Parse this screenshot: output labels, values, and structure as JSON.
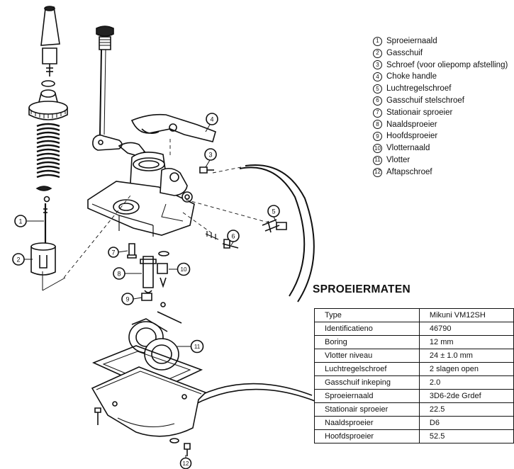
{
  "legend": [
    {
      "num": "1",
      "label": "Sproeiernaald"
    },
    {
      "num": "2",
      "label": "Gasschuif"
    },
    {
      "num": "3",
      "label": "Schroef (voor oliepomp afstelling)"
    },
    {
      "num": "4",
      "label": "Choke handle"
    },
    {
      "num": "5",
      "label": "Luchtregelschroef"
    },
    {
      "num": "6",
      "label": "Gasschuif stelschroef"
    },
    {
      "num": "7",
      "label": "Stationair sproeier"
    },
    {
      "num": "8",
      "label": "Naaldsproeier"
    },
    {
      "num": "9",
      "label": "Hoofdsproeier"
    },
    {
      "num": "10",
      "label": "Vlotternaald"
    },
    {
      "num": "11",
      "label": "Vlotter"
    },
    {
      "num": "12",
      "label": "Aftapschroef"
    }
  ],
  "callouts": [
    "1",
    "2",
    "3",
    "4",
    "5",
    "6",
    "7",
    "8",
    "9",
    "10",
    "11",
    "12"
  ],
  "specs": {
    "title": "SPROEIERMATEN",
    "rows": [
      {
        "key": "Type",
        "value": "Mikuni VM12SH"
      },
      {
        "key": "Identificatieno",
        "value": "46790"
      },
      {
        "key": "Boring",
        "value": "12 mm"
      },
      {
        "key": "Vlotter niveau",
        "value": "24 ± 1.0 mm"
      },
      {
        "key": "Luchtregelschroef",
        "value": "2 slagen open"
      },
      {
        "key": "Gasschuif inkeping",
        "value": "2.0"
      },
      {
        "key": "Sproeiernaald",
        "value": "3D6-2de Grdef"
      },
      {
        "key": "Stationair sproeier",
        "value": "22.5"
      },
      {
        "key": "Naaldsproeier",
        "value": "D6"
      },
      {
        "key": "Hoofdsproeier",
        "value": "52.5"
      }
    ]
  }
}
